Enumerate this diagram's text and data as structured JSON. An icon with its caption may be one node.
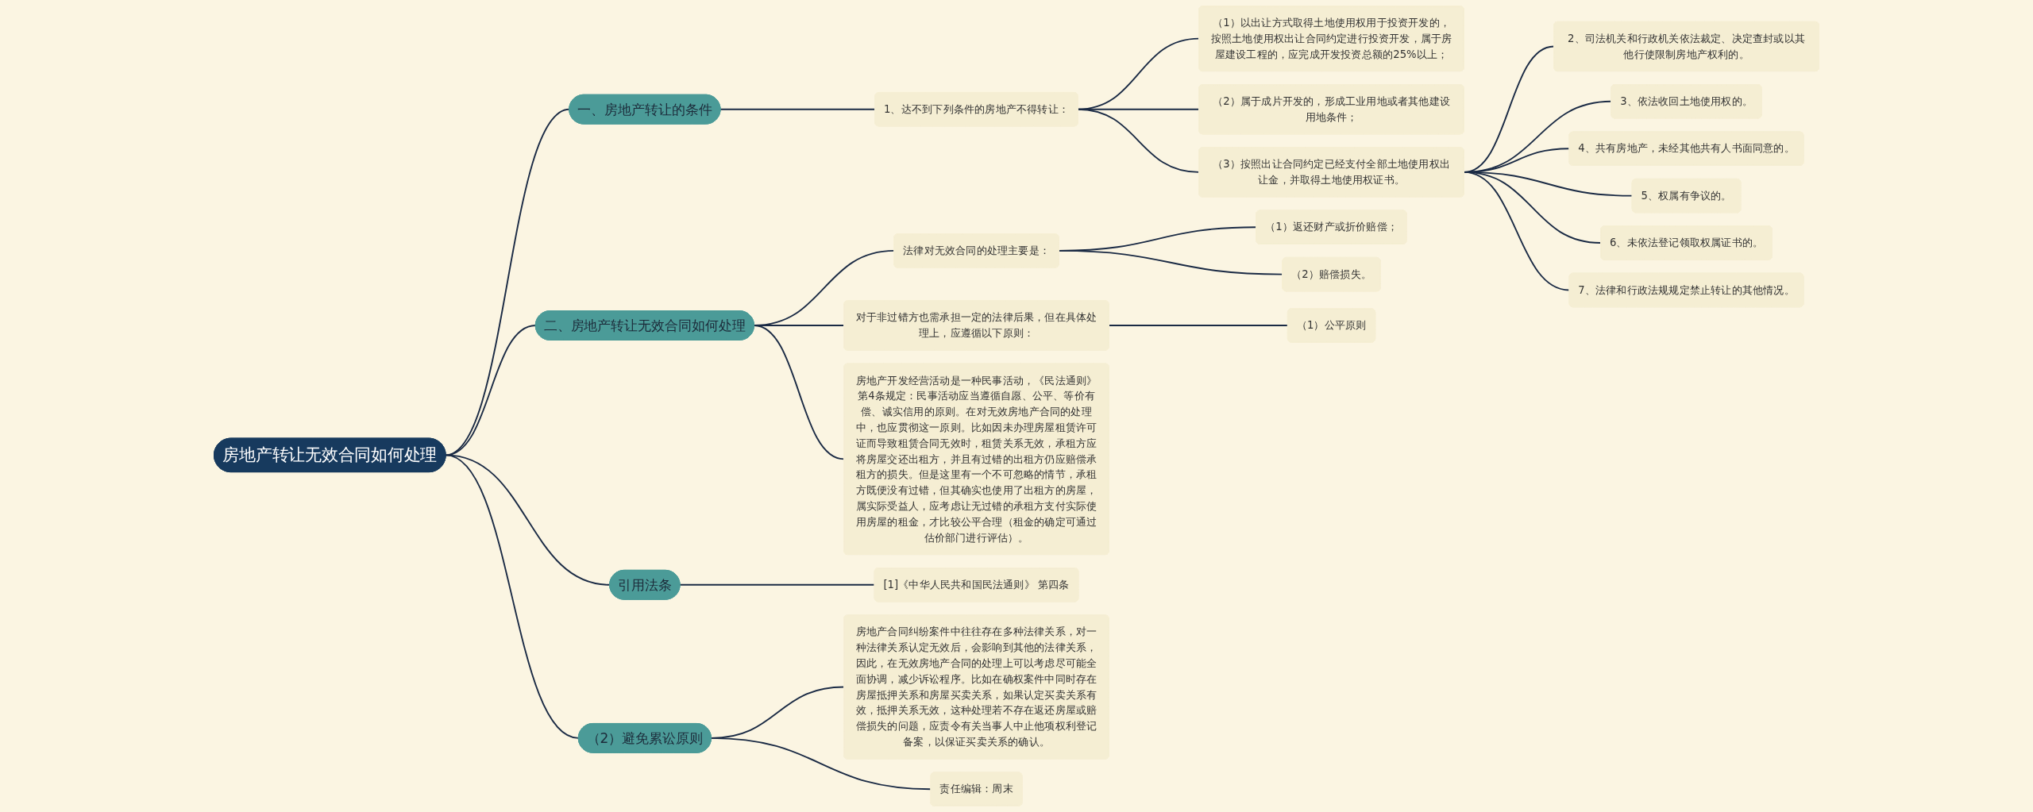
{
  "diagram": {
    "nodes": [
      {
        "text": [
          "房地产转让无效合同如何处理"
        ]
      },
      {
        "text": [
          "一、房地产转让的条件"
        ]
      },
      {
        "text": [
          "1、达不到下列条件的房地产不得转让："
        ]
      },
      {
        "text": [
          "（1）以出让方式取得土地使用权用于投资开发的，按照土地使用权出让合同约定进行投资开发，属于房屋建设工程的，应完成开发投资总额的25%以上；"
        ]
      },
      {
        "text": [
          "（2）属于成片开发的，形成工业用地或者其他建设用地条件；"
        ]
      },
      {
        "text": [
          "（3）按照出让合同约定已经支付全部土地使用权出让金，并取得土地使用权证书。"
        ]
      },
      {
        "text": [
          "2、司法机关和行政机关依法裁定、决定查封或以其他行使限制房地产权利的。"
        ]
      },
      {
        "text": [
          "3、依法收回土地使用权的。"
        ]
      },
      {
        "text": [
          "4、共有房地产，未经其他共有人书面同意的。"
        ]
      },
      {
        "text": [
          "5、权属有争议的。"
        ]
      },
      {
        "text": [
          "6、未依法登记领取权属证书的。"
        ]
      },
      {
        "text": [
          "7、法律和行政法规规定禁止转让的其他情况。"
        ]
      },
      {
        "text": [
          "二、房地产转让无效合同如何处理"
        ]
      },
      {
        "text": [
          "法律对无效合同的处理主要是："
        ]
      },
      {
        "text": [
          "（1）返还财产或折价赔偿；"
        ]
      },
      {
        "text": [
          "（2）赔偿损失。"
        ]
      },
      {
        "text": [
          "对于非过错方也需承担一定的法律后果，但在具体处理上，应遵循以下原则："
        ]
      },
      {
        "text": [
          "（1）公平原则"
        ]
      },
      {
        "text": [
          "房地产开发经营活动是一种民事活动，《民法通则》第4条规定：民事活动应当遵循自愿、公平、等价有偿、诚实信用的原则。在对无效房地产合同的处理中，也应贯彻这一原则。比如因未办理房屋租赁许可证而导致租赁合同无效时，租赁关系无效，承租方应将房屋交还出租方，并且有过错的出租方仍应赔偿承租方的损失。但是这里有一个不可忽略的情节，承租方既便没有过错，但其确实也使用了出租方的房屋，属实际受益人，应考虑让无过错的承租方支付实际使用房屋的租金，才比较公平合理（租金的确定可通过估价部门进行评估）。"
        ]
      },
      {
        "text": [
          "引用法条"
        ]
      },
      {
        "text": [
          "[1]《中华人民共和国民法通则》 第四条"
        ]
      },
      {
        "text": [
          "（2）避免累讼原则"
        ]
      },
      {
        "text": [
          "房地产合同纠纷案件中往往存在多种法律关系，对一种法律关系认定无效后，会影响到其他的法律关系，因此，在无效房地产合同的处理上可以考虑尽可能全面协调，减少诉讼程序。比如在确权案件中同时存在房屋抵押关系和房屋买卖关系，如果认定买卖关系有效，抵押关系无效，这种处理若不存在返还房屋或赔偿损失的问题，应责令有关当事人中止他项权利登记备案，以保证买卖关系的确认。"
        ]
      },
      {
        "text": [
          "责任编辑：周末"
        ]
      }
    ],
    "edges": [
      {
        "from": 0,
        "to": 1,
        "arrow": "none"
      },
      {
        "from": 1,
        "to": 2,
        "arrow": "none"
      },
      {
        "from": 2,
        "to": 3,
        "arrow": "none"
      },
      {
        "from": 2,
        "to": 4,
        "arrow": "none"
      },
      {
        "from": 2,
        "to": 5,
        "arrow": "none"
      },
      {
        "from": 5,
        "to": 6,
        "arrow": "none"
      },
      {
        "from": 5,
        "to": 7,
        "arrow": "none"
      },
      {
        "from": 5,
        "to": 8,
        "arrow": "none"
      },
      {
        "from": 5,
        "to": 9,
        "arrow": "none"
      },
      {
        "from": 5,
        "to": 10,
        "arrow": "none"
      },
      {
        "from": 5,
        "to": 11,
        "arrow": "none"
      },
      {
        "from": 0,
        "to": 12,
        "arrow": "none"
      },
      {
        "from": 12,
        "to": 13,
        "arrow": "none"
      },
      {
        "from": 13,
        "to": 14,
        "arrow": "none"
      },
      {
        "from": 13,
        "to": 15,
        "arrow": "none"
      },
      {
        "from": 12,
        "to": 16,
        "arrow": "none"
      },
      {
        "from": 16,
        "to": 17,
        "arrow": "none"
      },
      {
        "from": 12,
        "to": 18,
        "arrow": "none"
      },
      {
        "from": 0,
        "to": 19,
        "arrow": "none"
      },
      {
        "from": 19,
        "to": 20,
        "arrow": "none"
      },
      {
        "from": 0,
        "to": 21,
        "arrow": "none"
      },
      {
        "from": 21,
        "to": 22,
        "arrow": "none"
      },
      {
        "from": 21,
        "to": 23,
        "arrow": "none"
      }
    ]
  }
}
